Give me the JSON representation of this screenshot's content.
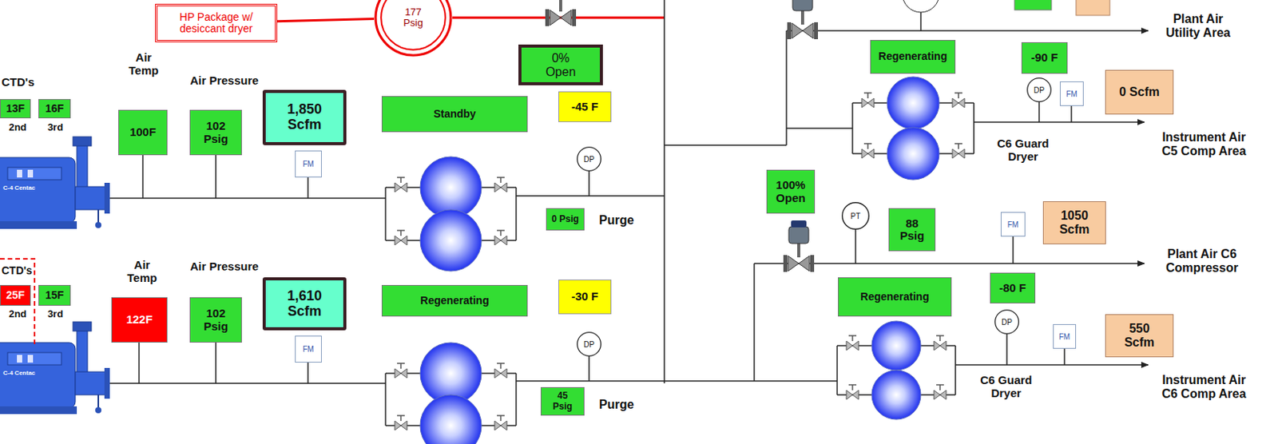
{
  "diagram": {
    "nodes": [
      {
        "text": [
          "HP Package w/ desiccant dryer"
        ]
      },
      {
        "text": [
          "177 Psig"
        ]
      },
      {
        "text": [
          "0% Open"
        ]
      },
      {
        "text": [
          "13F"
        ]
      },
      {
        "text": [
          "16F"
        ]
      },
      {
        "text": [
          "100F"
        ]
      },
      {
        "text": [
          "102 Psig"
        ]
      },
      {
        "text": [
          "1,850 Scfm"
        ]
      },
      {
        "text": [
          "FM"
        ]
      },
      {
        "text": [
          "Standby"
        ]
      },
      {
        "text": [
          "-45 F"
        ]
      },
      {
        "text": [
          "DP"
        ]
      },
      {
        "text": [
          "0 Psig"
        ]
      },
      {
        "text": [
          "25F"
        ]
      },
      {
        "text": [
          "15F"
        ]
      },
      {
        "text": [
          "122F"
        ]
      },
      {
        "text": [
          "102 Psig"
        ]
      },
      {
        "text": [
          "1,610 Scfm"
        ]
      },
      {
        "text": [
          "FM"
        ]
      },
      {
        "text": [
          "Regenerating"
        ]
      },
      {
        "text": [
          "-30 F"
        ]
      },
      {
        "text": [
          "DP"
        ]
      },
      {
        "text": [
          "45 Psig"
        ]
      },
      {
        "text": [
          "Regenerating"
        ]
      },
      {
        "text": [
          "-90 F"
        ]
      },
      {
        "text": [
          "DP"
        ]
      },
      {
        "text": [
          "FM"
        ]
      },
      {
        "text": [
          "0 Scfm"
        ]
      },
      {
        "text": [
          "100% Open"
        ]
      },
      {
        "text": [
          "PT"
        ]
      },
      {
        "text": [
          "88 Psig"
        ]
      },
      {
        "text": [
          "FM"
        ]
      },
      {
        "text": [
          "1050 Scfm"
        ]
      },
      {
        "text": [
          "Regenerating"
        ]
      },
      {
        "text": [
          "-80 F"
        ]
      },
      {
        "text": [
          "DP"
        ]
      },
      {
        "text": [
          "FM"
        ]
      },
      {
        "text": [
          "550 Scfm"
        ]
      }
    ],
    "edges": [
      {
        "from": 0,
        "to": 1,
        "arrow": "none"
      }
    ],
    "labels": [
      "CTD's",
      "2nd",
      "3rd",
      "C-4 Centac",
      "Air Temp",
      "Air Pressure",
      "Purge",
      "CTD's",
      "2nd",
      "3rd",
      "C-4 Centac",
      "Air Temp",
      "Air Pressure",
      "Purge",
      "Plant Air Utility Area",
      "Instrument Air C5 Comp Area",
      "C6 Guard Dryer",
      "Plant Air C6 Compressor",
      "C6 Guard Dryer",
      "Instrument Air C6 Comp Area"
    ]
  }
}
